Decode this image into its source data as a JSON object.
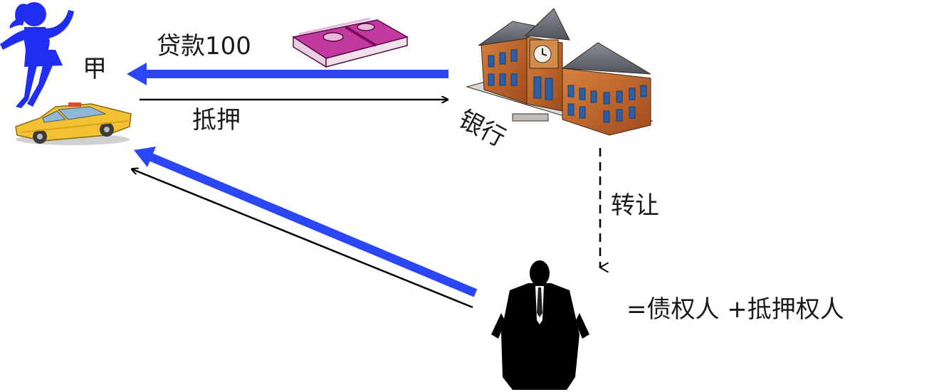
{
  "labels": {
    "person_a": "甲",
    "loan": "贷款100",
    "mortgage": "抵押",
    "bank": "银行",
    "transfer": "转让",
    "equation": "=债权人 +抵押权人"
  },
  "icons": {
    "woman": "woman-silhouette-icon",
    "taxi": "taxi-car-icon",
    "money": "money-stack-icon",
    "bank": "bank-building-icon",
    "man": "businessman-silhouette-icon"
  },
  "colors": {
    "blue_arrow": "#2b46f5",
    "black_arrow": "#000000",
    "money": "#a0137f",
    "bank_roof": "#6b6f78",
    "bank_wall": "#c56a2c",
    "taxi": "#f2c233",
    "person": "#1f2ef2"
  }
}
